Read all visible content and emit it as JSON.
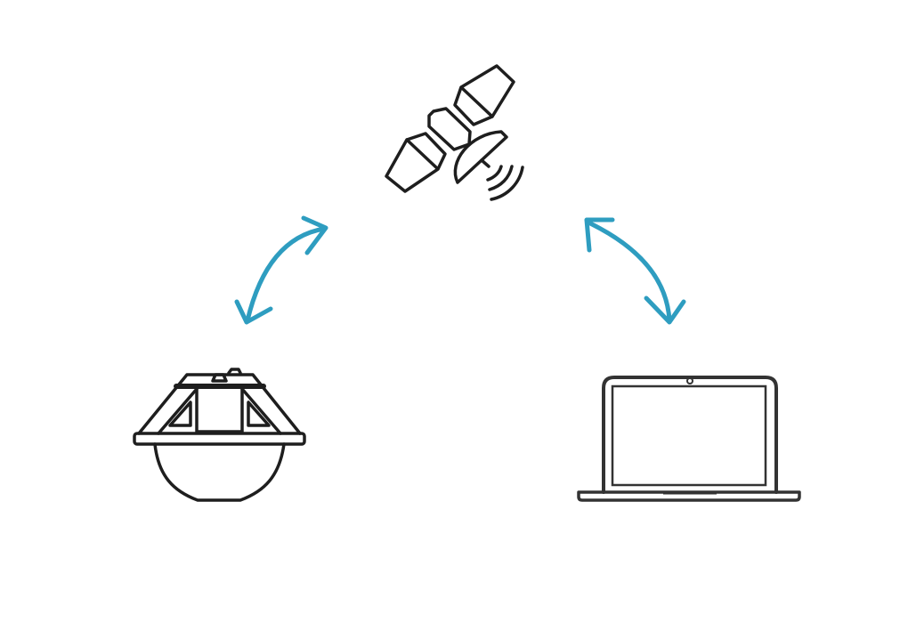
{
  "diagram": {
    "nodes": [
      {
        "id": "satellite",
        "icon": "satellite-icon"
      },
      {
        "id": "gnss-receiver",
        "icon": "receiver-dome-icon"
      },
      {
        "id": "laptop",
        "icon": "laptop-icon"
      }
    ],
    "links": [
      {
        "from": "satellite",
        "to": "gnss-receiver",
        "direction": "bidirectional"
      },
      {
        "from": "satellite",
        "to": "laptop",
        "direction": "bidirectional"
      }
    ],
    "colors": {
      "arrow": "#2e9dc0",
      "icon_stroke": "#1e1e1e"
    }
  }
}
